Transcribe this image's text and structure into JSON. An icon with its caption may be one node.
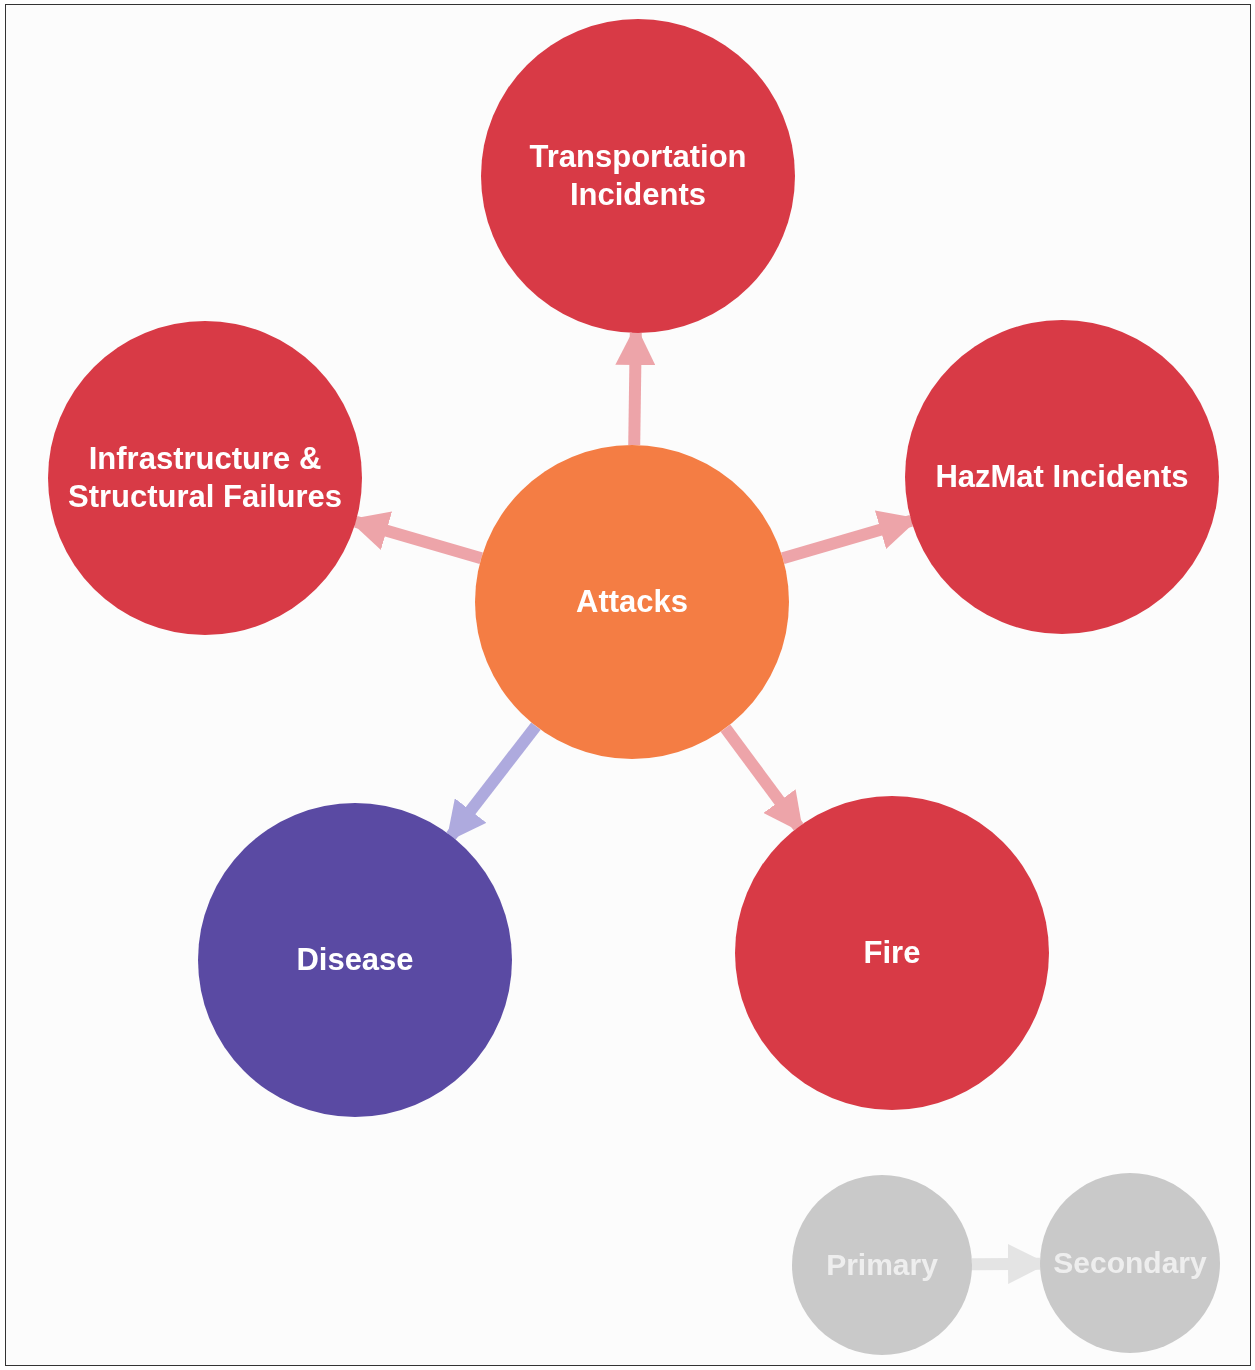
{
  "diagram": {
    "nodes": [
      {
        "text": [
          "Transportation Incidents"
        ]
      },
      {
        "text": [
          "Infrastructure & Structural Failures"
        ]
      },
      {
        "text": [
          "HazMat Incidents"
        ]
      },
      {
        "text": [
          "Attacks"
        ]
      },
      {
        "text": [
          "Disease"
        ]
      },
      {
        "text": [
          "Fire"
        ]
      },
      {
        "text": [
          "Primary"
        ]
      },
      {
        "text": [
          "Secondary"
        ]
      }
    ],
    "edges": [
      {
        "from": 3,
        "to": 0,
        "arrow": "to"
      },
      {
        "from": 3,
        "to": 1,
        "arrow": "to"
      },
      {
        "from": 3,
        "to": 2,
        "arrow": "to"
      },
      {
        "from": 3,
        "to": 4,
        "arrow": "to",
        "color": "#aeaade"
      },
      {
        "from": 3,
        "to": 5,
        "arrow": "to"
      },
      {
        "from": 6,
        "to": 7,
        "arrow": "to",
        "color": "#e4e4e4"
      }
    ]
  }
}
